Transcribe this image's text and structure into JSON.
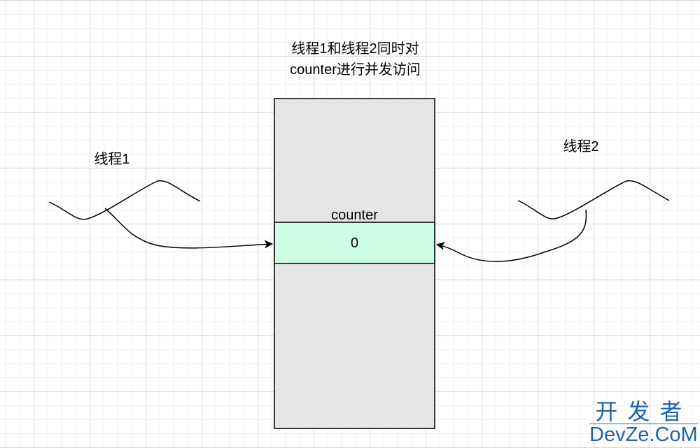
{
  "title_line1": "线程1和线程2同时对",
  "title_line2": "counter进行并发访问",
  "thread1_label": "线程1",
  "thread2_label": "线程2",
  "counter_label": "counter",
  "counter_value": "0",
  "watermark": {
    "line1": "开发者",
    "line2": "DevZe.CoM"
  },
  "colors": {
    "memory_fill": "#e6e6e6",
    "counter_fill": "#ccffe6"
  }
}
